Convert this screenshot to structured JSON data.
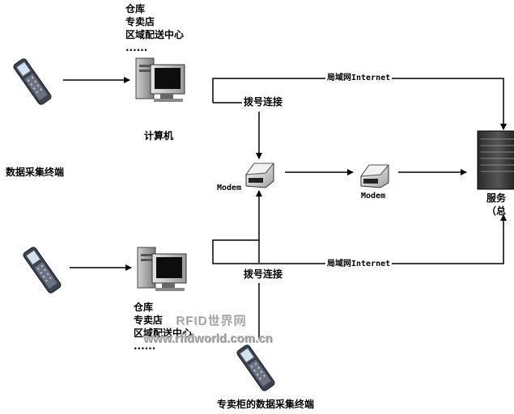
{
  "top_site": {
    "lines": [
      "仓库",
      "专卖店",
      "区域配送中心",
      "......"
    ]
  },
  "computer_label": "计算机",
  "terminal_label": "数据采集终端",
  "lan_top": "局域网Internet",
  "lan_bottom": "局域网Internet",
  "dial_top": "拨号连接",
  "dial_bottom": "拨号连接",
  "modem_left": "Modem",
  "modem_right": "Modem",
  "server_label": {
    "line1": "服务",
    "line2": "（总"
  },
  "bottom_site": {
    "lines": [
      "仓库",
      "专卖店",
      "区域配送中心",
      "......"
    ]
  },
  "store_terminal_label": "专卖柜的数据采集终端",
  "watermark": {
    "line1": "RFID世界网",
    "line2": "www.rfidworld.com.cn"
  }
}
